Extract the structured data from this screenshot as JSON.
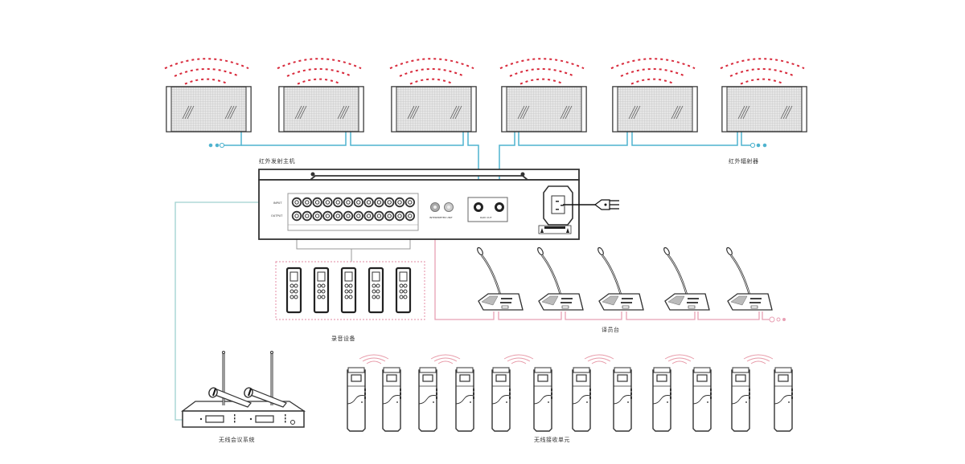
{
  "labels": {
    "host": "红外发射主机",
    "radiator": "红外辐射器",
    "recording": "录音设备",
    "interpreter": "译员台",
    "wireless_system": "无线会议系统",
    "receivers": "无线接收单元"
  },
  "host_panel": {
    "input_row_label": "INPUT",
    "output_row_label": "OUTPUT",
    "channel_count": 12,
    "interpreter_port_label": "INTERPRETER UNIT",
    "radiator_port_label": "RADI OUT"
  },
  "counts": {
    "radiators": 6,
    "recorders": 5,
    "interpreter_units": 5,
    "receivers": 12,
    "handheld_mics": 2
  },
  "colors": {
    "radiator_bus": "#4fb3cf",
    "interpreter_bus": "#e8a0b4",
    "wireless_link": "#9fd1cf",
    "ir_waves": "#d8283a",
    "receiver_waves": "#e79aa8",
    "outline": "#333333"
  }
}
